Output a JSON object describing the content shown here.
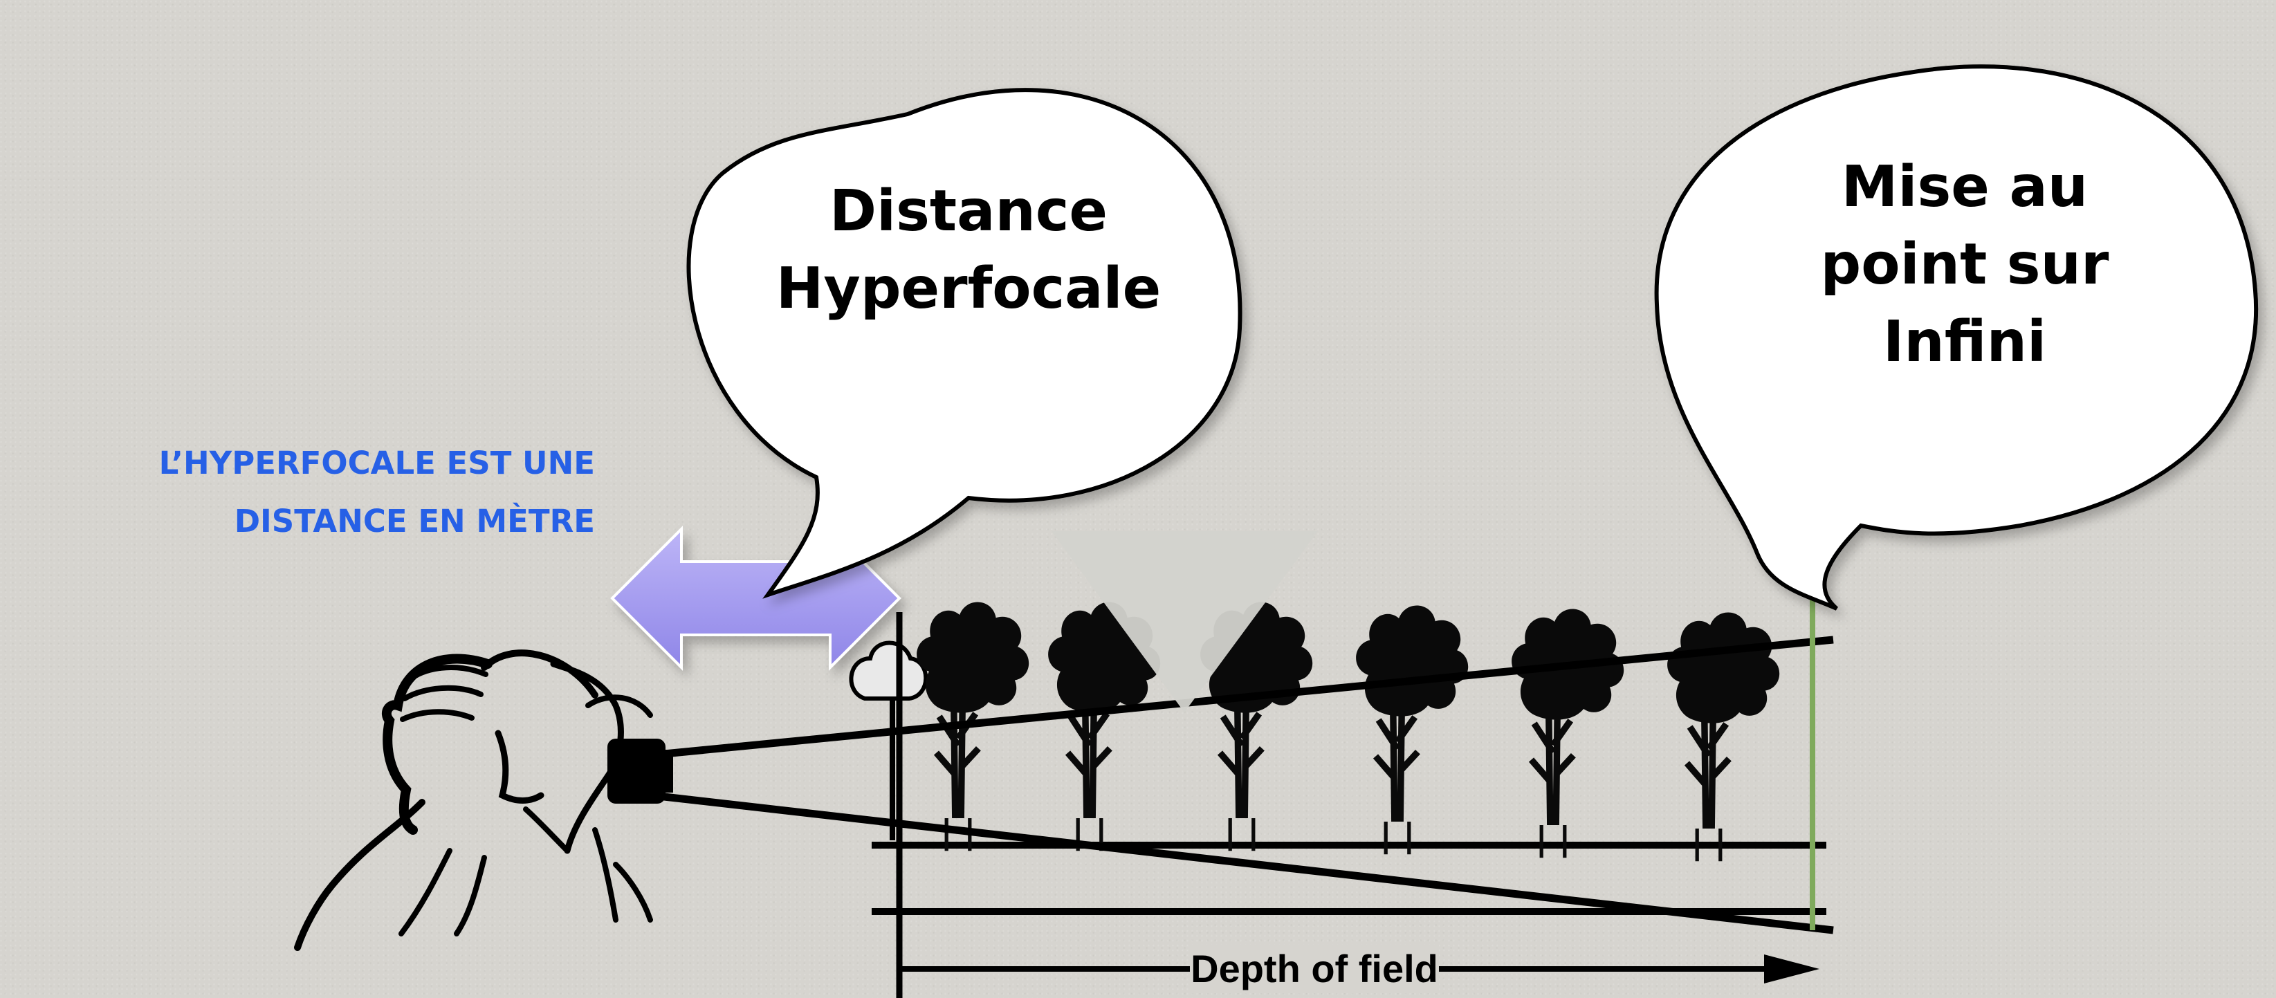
{
  "bubbles": {
    "hyperfocal": {
      "line1": "Distance",
      "line2": "Hyperfocale"
    },
    "infinity": {
      "line1": "Mise au",
      "line2": "point sur",
      "line3": "Infini"
    }
  },
  "note": {
    "line1": "L’HYPERFOCALE EST UNE",
    "line2": "DISTANCE EN MÈTRE"
  },
  "diagram": {
    "depth_label": "Depth of field"
  },
  "colors": {
    "note_text": "#2660e6",
    "arrow_fill": "#a99ef0",
    "infinity_line": "#7faa5c"
  }
}
